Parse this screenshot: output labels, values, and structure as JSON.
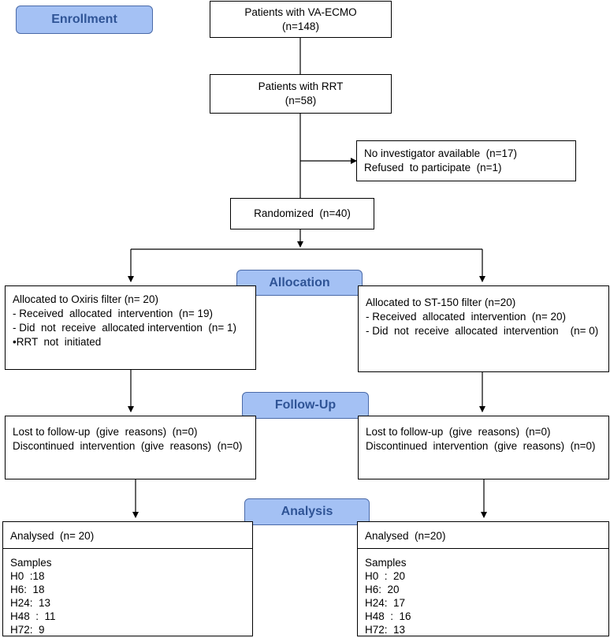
{
  "stages": {
    "enrollment": "Enrollment",
    "allocation": "Allocation",
    "follow_up": "Follow-Up",
    "analysis": "Analysis"
  },
  "enrollment": {
    "va_ecmo": {
      "line1": "Patients with VA-ECMO",
      "line2": "(n=148)"
    },
    "rrt": {
      "line1": "Patients with RRT",
      "line2": "(n=58)"
    },
    "excluded": {
      "line1": "No investigator available  (n=17)",
      "line2": "Refused  to participate  (n=1)"
    },
    "randomized": "Randomized  (n=40)"
  },
  "allocation": {
    "left": {
      "line1": "Allocated to Oxiris filter (n= 20)",
      "line2": "- Received  allocated  intervention  (n= 19)",
      "line3": "- Did  not  receive  allocated intervention  (n= 1)",
      "line4": "•RRT  not  initiated"
    },
    "right": {
      "line1": "Allocated to ST-150 filter (n=20)",
      "line2": "- Received  allocated  intervention  (n= 20)",
      "line3": "- Did  not  receive  allocated  intervention    (n= 0)"
    }
  },
  "follow_up": {
    "left": {
      "line1": "Lost to follow-up  (give  reasons)  (n=0)",
      "line2": "Discontinued  intervention  (give  reasons)  (n=0)"
    },
    "right": {
      "line1": "Lost to follow-up  (give  reasons)  (n=0)",
      "line2": "Discontinued  intervention  (give  reasons)  (n=0)"
    }
  },
  "analysis": {
    "left": {
      "analysed": "Analysed  (n= 20)",
      "samples_label": "Samples",
      "samples": [
        "H0  :18",
        "H6:  18",
        "H24:  13",
        "H48  :  11",
        "H72:  9"
      ]
    },
    "right": {
      "analysed": "Analysed  (n=20)",
      "samples_label": "Samples",
      "samples": [
        "H0  :  20",
        "H6:  20",
        "H24:  17",
        "H48  :  16",
        "H72:  13"
      ]
    }
  }
}
